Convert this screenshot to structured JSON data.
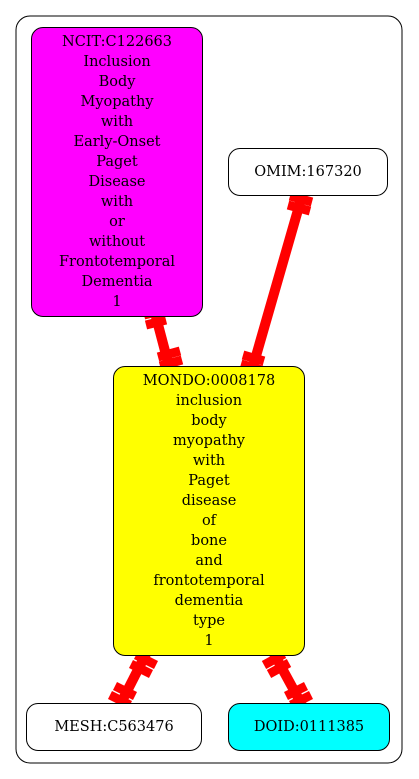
{
  "nodes": {
    "ncit": {
      "lines": [
        "NCIT:C122663",
        "Inclusion",
        "Body",
        "Myopathy",
        "with",
        "Early-Onset",
        "Paget",
        "Disease",
        "with",
        "or",
        "without",
        "Frontotemporal",
        "Dementia",
        "1"
      ],
      "fill": "#ff00ff"
    },
    "omim": {
      "lines": [
        "OMIM:167320"
      ],
      "fill": "#ffffff"
    },
    "mondo": {
      "lines": [
        "MONDO:0008178",
        "inclusion",
        "body",
        "myopathy",
        "with",
        "Paget",
        "disease",
        "of",
        "bone",
        "and",
        "frontotemporal",
        "dementia",
        "type",
        "1"
      ],
      "fill": "#ffff00"
    },
    "mesh": {
      "lines": [
        "MESH:C563476"
      ],
      "fill": "#ffffff"
    },
    "doid": {
      "lines": [
        "DOID:0111385"
      ],
      "fill": "#00ffff"
    }
  },
  "edges": [
    {
      "from": "ncit",
      "to": "mondo",
      "color": "#ff0000"
    },
    {
      "from": "omim",
      "to": "mondo",
      "color": "#ff0000"
    },
    {
      "from": "mondo",
      "to": "mesh",
      "color": "#ff0000"
    },
    {
      "from": "mondo",
      "to": "doid",
      "color": "#ff0000"
    }
  ],
  "colors": {
    "edge": "#ff0000",
    "border": "#000000"
  }
}
